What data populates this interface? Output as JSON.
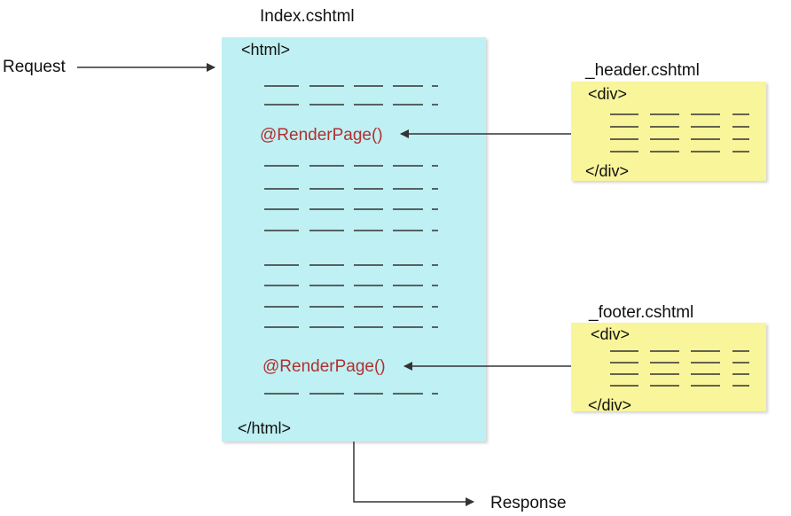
{
  "request_label": "Request",
  "response_label": "Response",
  "index": {
    "filename": "Index.cshtml",
    "open_tag": "<html>",
    "close_tag": "</html>",
    "render_call_1": "@RenderPage()",
    "render_call_2": "@RenderPage()"
  },
  "header": {
    "filename": "_header.cshtml",
    "open_tag": "<div>",
    "close_tag": "</div>"
  },
  "footer": {
    "filename": "_footer.cshtml",
    "open_tag": "<div>",
    "close_tag": "</div>"
  },
  "colors": {
    "index_fill": "#bff0f3",
    "partial_fill": "#f8f59b",
    "render_text": "#b03030",
    "line": "#333333"
  }
}
